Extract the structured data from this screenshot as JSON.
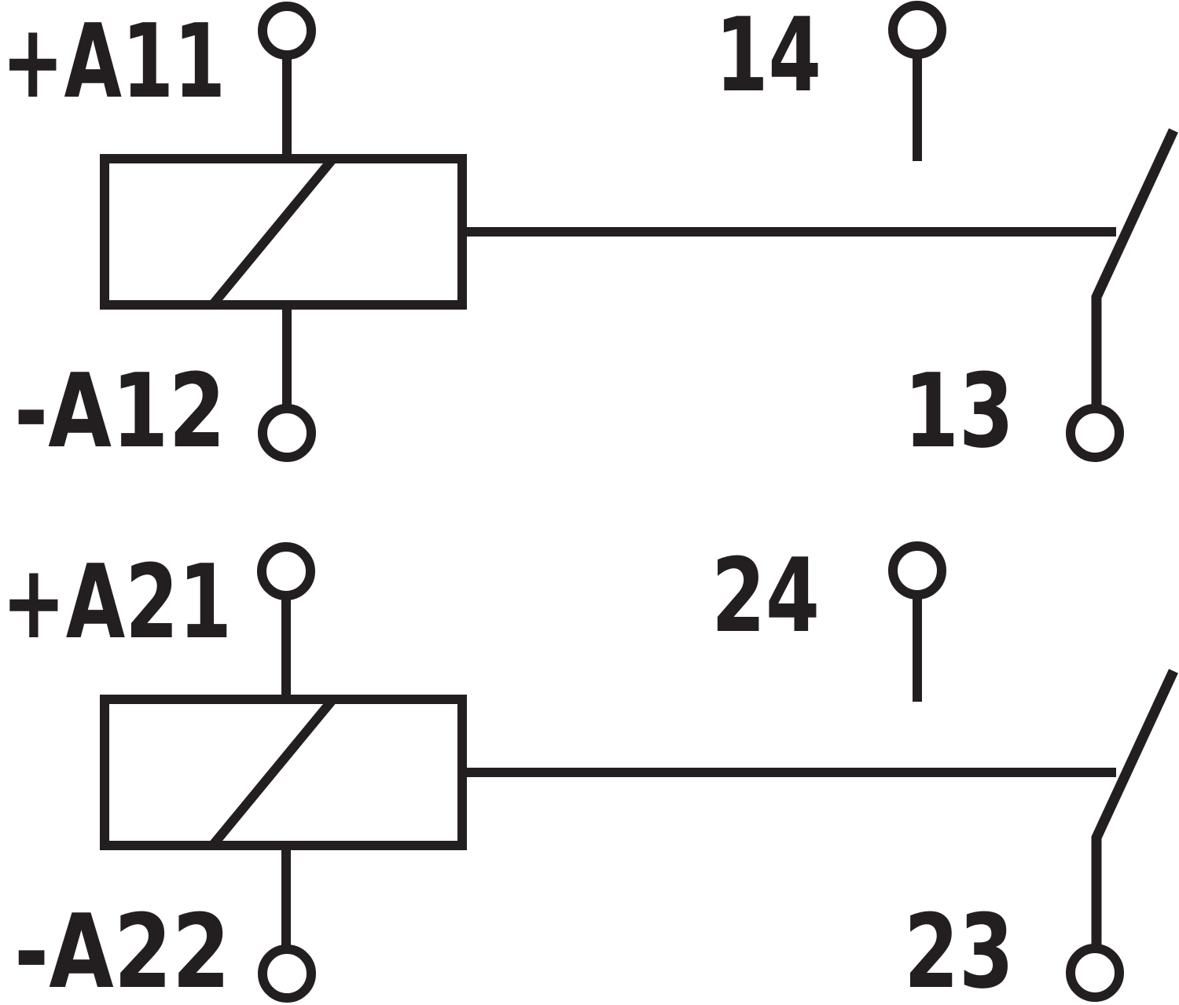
{
  "diagram": {
    "kind": "relay coil and contact schematic, two channels",
    "colors": {
      "ink": "#231f20",
      "background": "#ffffff"
    },
    "circuits": [
      {
        "name": "relay-channel-1",
        "coil": {
          "plus": "+A11",
          "minus": "-A12"
        },
        "contact": {
          "fixed": "14",
          "common": "13",
          "state": "open"
        }
      },
      {
        "name": "relay-channel-2",
        "coil": {
          "plus": "+A21",
          "minus": "-A22"
        },
        "contact": {
          "fixed": "24",
          "common": "23",
          "state": "open"
        }
      }
    ]
  }
}
